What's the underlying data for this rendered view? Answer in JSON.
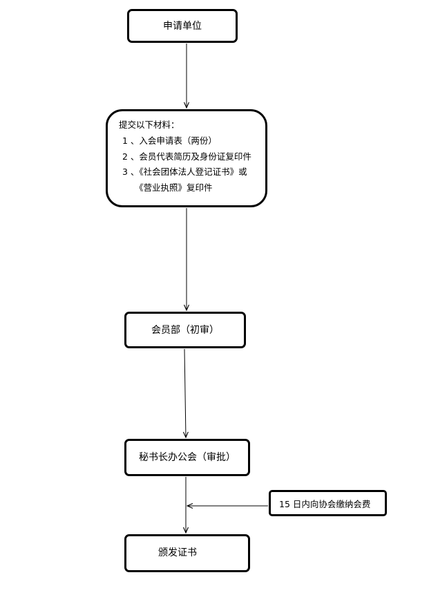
{
  "flowchart": {
    "applicant": "申请单位",
    "materials": {
      "title": "提交以下材料：",
      "items": [
        "1 、入会申请表（两份）",
        "2 、会员代表简历及身份证复印件",
        "3 、《社会团体法人登记证书》或",
        "《营业执照》复印件"
      ]
    },
    "membership_review": "会员部（初审）",
    "secretary_approval": "秘书长办公会（审批）",
    "fee_note": "15 日内向协会缴纳会费",
    "certificate": "颁发证书"
  },
  "colors": {
    "stroke": "#000000",
    "background": "#ffffff"
  }
}
